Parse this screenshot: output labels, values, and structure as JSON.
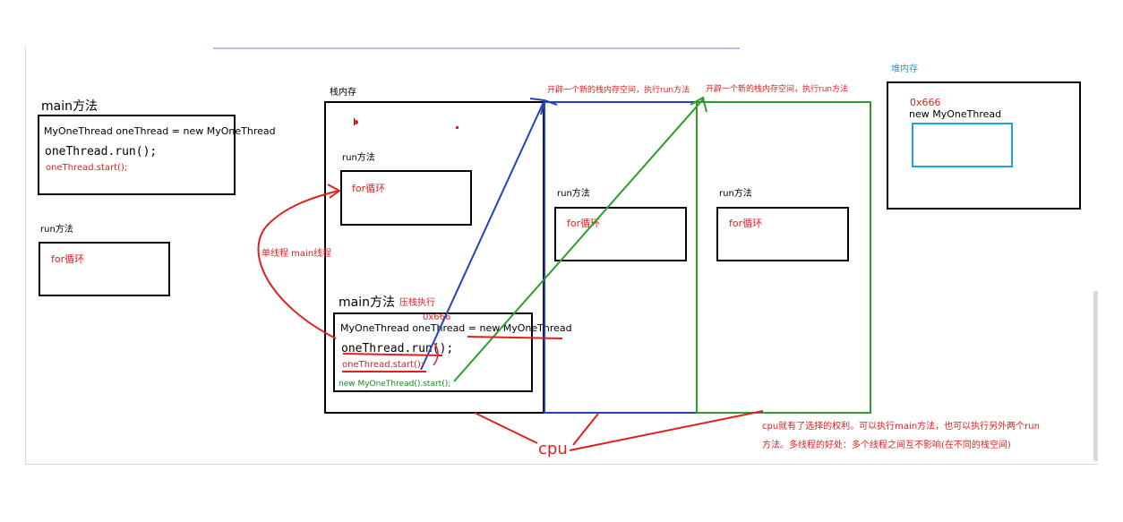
{
  "left_main": {
    "title": "main方法",
    "line1": "MyOneThread oneThread = new MyOneThread",
    "line2": "oneThread.run();",
    "line3": "oneThread.start();"
  },
  "left_run": {
    "title": "run方法",
    "body": "for循环"
  },
  "stack": {
    "title": "栈内存",
    "cursor": "I",
    "run_title": "run方法",
    "run_body": "for循环",
    "main_title": "main方法",
    "push_note": "压栈执行",
    "address": "0x666",
    "line1": "MyOneThread oneThread = new MyOneThread",
    "line2": "oneThread.run();",
    "line3": "oneThread.start();",
    "line4": "new MyOneThread().start();"
  },
  "single_thread_note": "单线程 main线程",
  "new_stack_note_1": "开辟一个新的栈内存空间，执行run方法",
  "new_stack_note_2": "开辟一个新的栈内存空间，执行run方法",
  "blue_stack": {
    "run_title": "run方法",
    "run_body": "for循环"
  },
  "green_stack": {
    "run_title": "run方法",
    "run_body": "for循环"
  },
  "heap": {
    "title": "堆内存",
    "address": "0x666",
    "object": "new MyOneThread"
  },
  "cpu_label": "cpu",
  "cpu_note_1": "cpu就有了选择的权利。可以执行main方法，也可以执行另外两个run",
  "cpu_note_2": "方法。多线程的好处：多个线程之间互不影响(在不同的栈空间)",
  "colors": {
    "red": "#e02020",
    "blue": "#2244bb",
    "green": "#2aa02a",
    "cyan": "#1aa3e0"
  }
}
